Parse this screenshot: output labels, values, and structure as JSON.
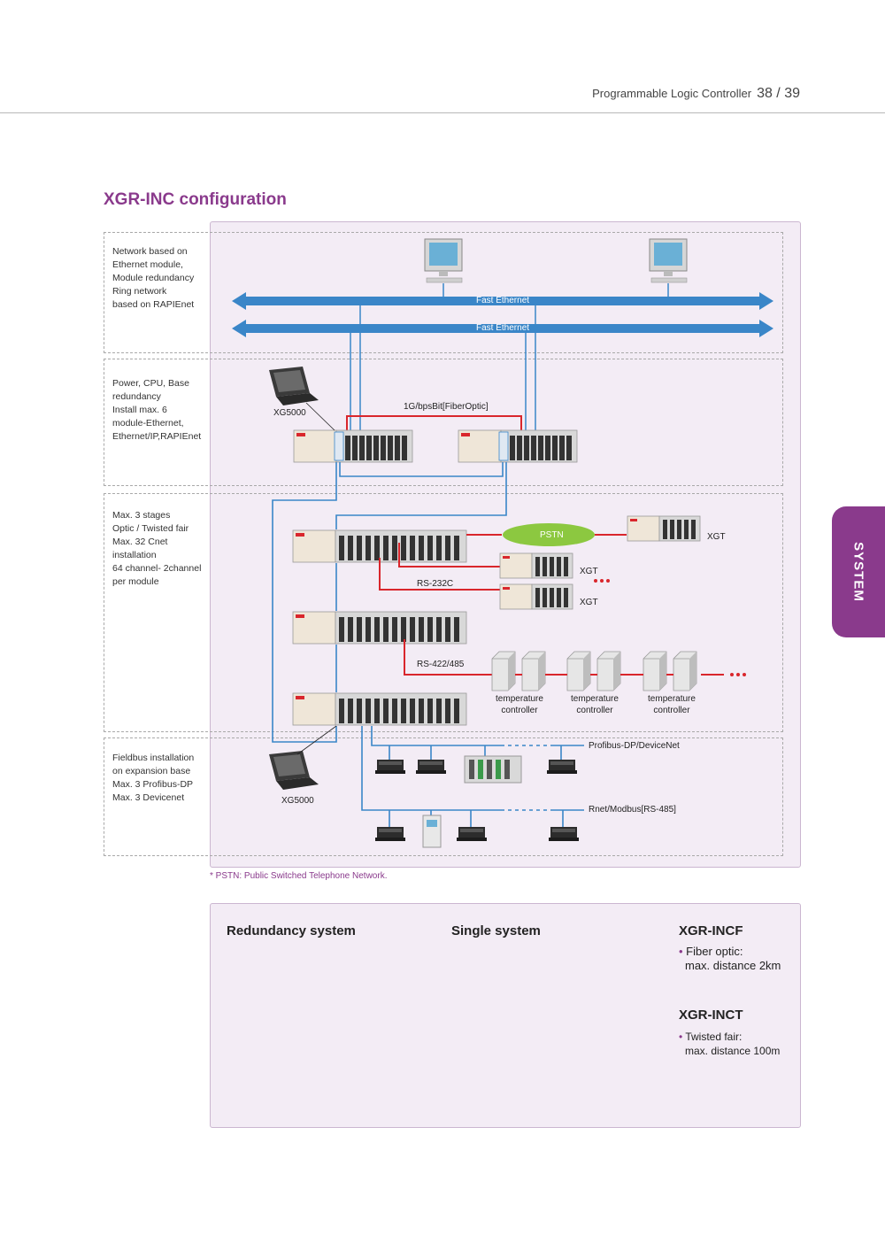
{
  "header": {
    "title": "Programmable Logic Controller",
    "page": "38 / 39"
  },
  "side_tab": "SYSTEM",
  "section_title": "XGR-INC configuration",
  "rows": [
    {
      "label": "Network based on\nEthernet module,\nModule redundancy\nRing network\nbased on RAPIEnet"
    },
    {
      "label": "Power, CPU, Base\nredundancy\nInstall max. 6\nmodule-Ethernet,\nEthernet/IP,RAPIEnet"
    },
    {
      "label": "Max. 3 stages\nOptic / Twisted fair\nMax. 32 Cnet\ninstallation\n64 channel- 2channel\nper module"
    },
    {
      "label": "Fieldbus installation\non expansion base\nMax. 3 Profibus-DP\nMax. 3 Devicenet"
    }
  ],
  "diagram": {
    "fast_ethernet_1": "Fast Ethernet",
    "fast_ethernet_2": "Fast Ethernet",
    "fiber_link": "1G/bpsBit[FiberOptic]",
    "xg5000_top": "XG5000",
    "xg5000_bottom": "XG5000",
    "pstn": "PSTN",
    "xgt_1": "XGT",
    "xgt_2": "XGT",
    "xgt_3": "XGT",
    "rs232c": "RS-232C",
    "rs422": "RS-422/485",
    "temp_1": "temperature\ncontroller",
    "temp_2": "temperature\ncontroller",
    "temp_3": "temperature\ncontroller",
    "profibus": "Profibus-DP/DeviceNet",
    "rnet": "Rnet/Modbus[RS-485]"
  },
  "footnote": "* PSTN: Public Switched Telephone Network.",
  "bottom": {
    "redundancy_title": "Redundancy system",
    "single_title": "Single system",
    "incf_title": "XGR-INCF",
    "incf_desc_1": "Fiber optic:",
    "incf_desc_2": "max. distance 2km",
    "inct_title": "XGR-INCT",
    "inct_desc_1": "Twisted fair:",
    "inct_desc_2": "max. distance 100m"
  },
  "colors": {
    "accent": "#8a3a8c",
    "ethernet": "#3a86c8",
    "fiber": "#d9262c",
    "link_blue": "#3a86c8",
    "purple_link": "#a05bb8",
    "green_link": "#5ab56a"
  }
}
